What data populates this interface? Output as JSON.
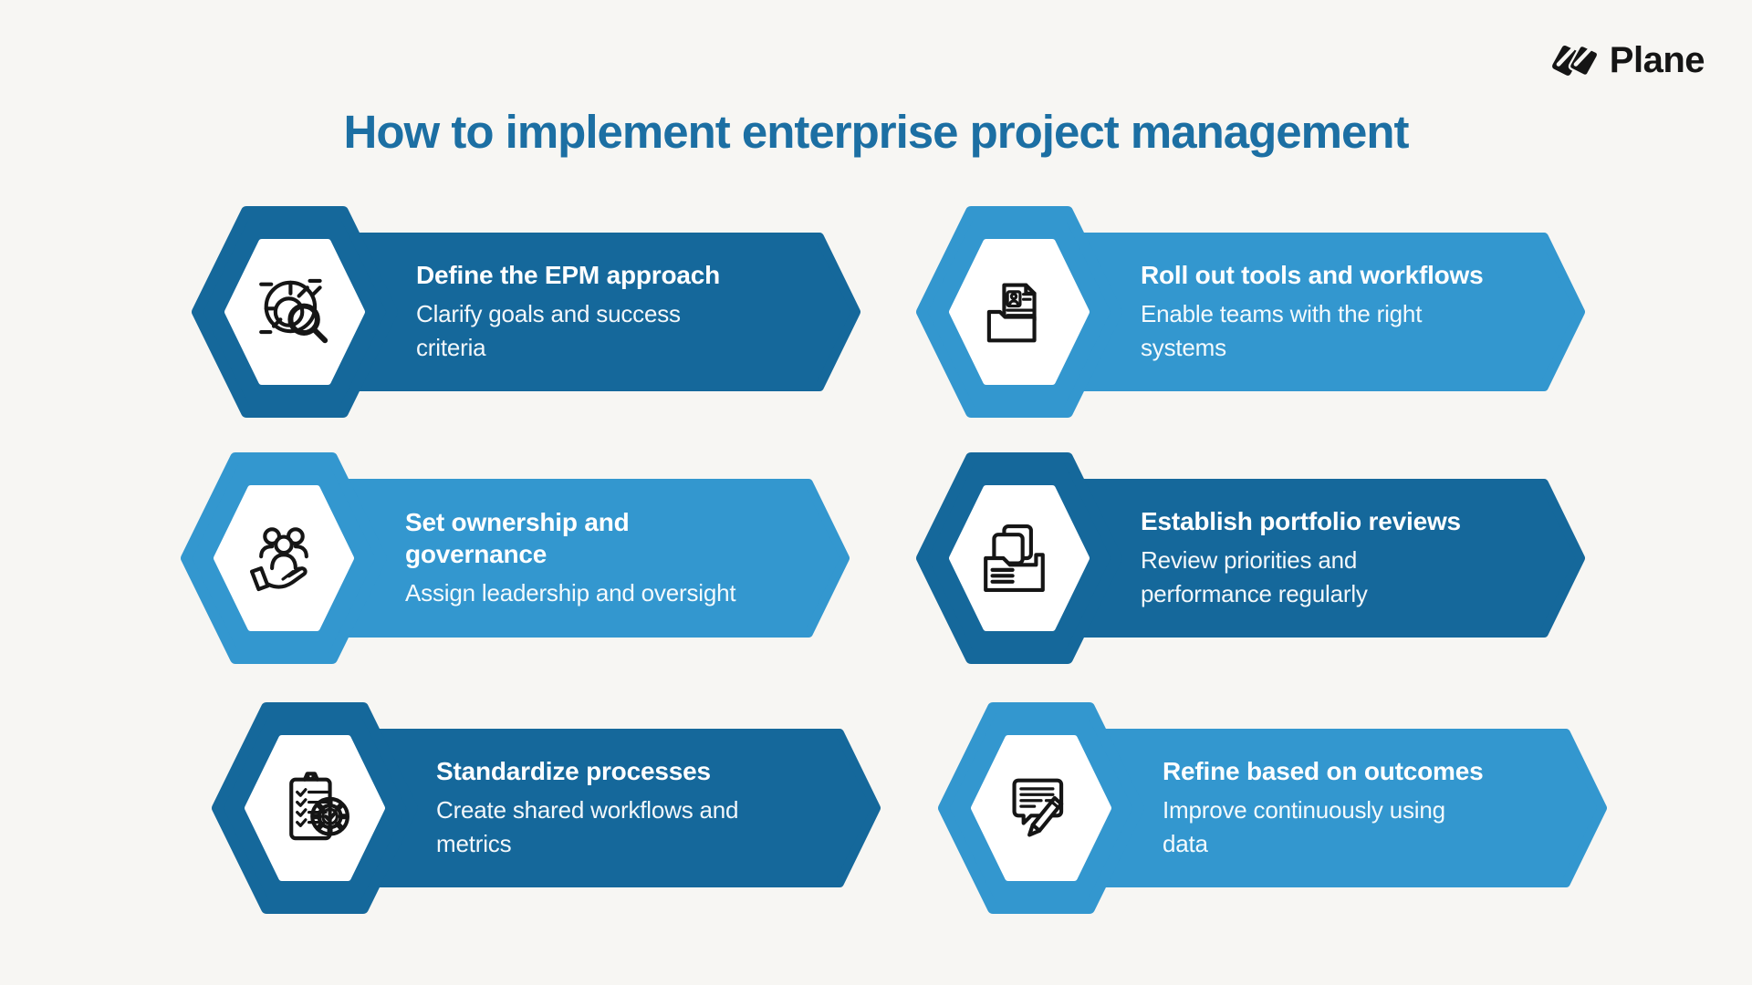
{
  "page": {
    "background": "#F7F6F3"
  },
  "colors": {
    "dark": "#15689B",
    "light": "#3397CF",
    "title": "#1C6FA3",
    "ink": "#151515",
    "hexfill": "#FFFFFF"
  },
  "logo": {
    "text": "Plane"
  },
  "header": {
    "title": "How to implement enterprise project management"
  },
  "cards": [
    {
      "id": "define-epm-approach",
      "variant": "dark",
      "icon": "pie-chart-magnifier-icon",
      "title": "Define the EPM approach",
      "subtitle": "Clarify goals and success\ncriteria"
    },
    {
      "id": "roll-out-tools-workflows",
      "variant": "light",
      "icon": "folder-id-document-icon",
      "title": "Roll out tools and workflows",
      "subtitle": "Enable teams with the right\nsystems"
    },
    {
      "id": "set-ownership-governance",
      "variant": "light",
      "icon": "team-in-hand-icon",
      "title": "Set ownership and\ngovernance",
      "subtitle": "Assign leadership and oversight"
    },
    {
      "id": "establish-portfolio-reviews",
      "variant": "dark",
      "icon": "folder-files-icon",
      "title": "Establish portfolio reviews",
      "subtitle": "Review priorities and\nperformance regularly"
    },
    {
      "id": "standardize-processes",
      "variant": "dark",
      "icon": "clipboard-gear-check-icon",
      "title": "Standardize processes",
      "subtitle": "Create shared workflows and\nmetrics"
    },
    {
      "id": "refine-based-on-outcomes",
      "variant": "light",
      "icon": "message-pencil-icon",
      "title": "Refine based on outcomes",
      "subtitle": "Improve continuously using\ndata"
    }
  ]
}
